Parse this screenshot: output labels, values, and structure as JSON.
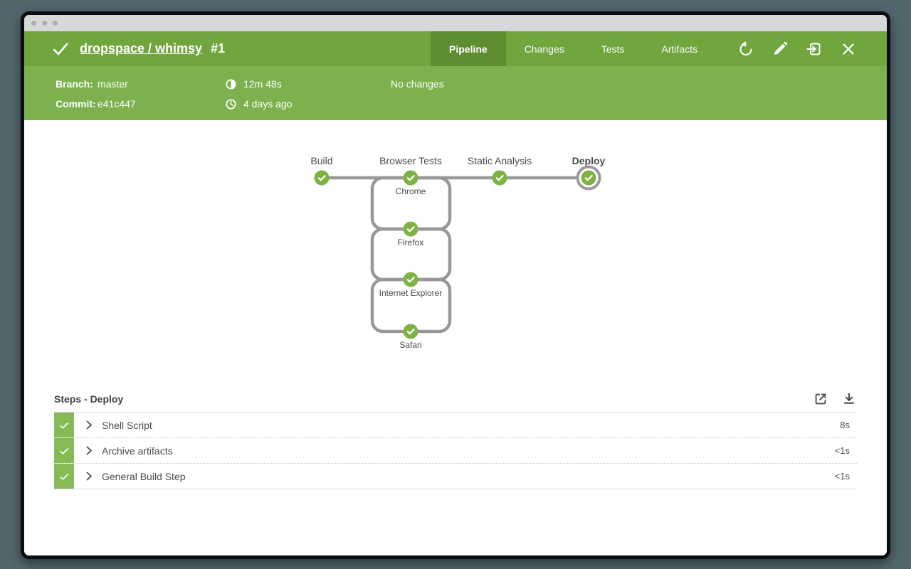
{
  "header": {
    "title": "dropspace / whimsy",
    "build_number": "#1",
    "tabs": [
      {
        "label": "Pipeline",
        "active": true
      },
      {
        "label": "Changes",
        "active": false
      },
      {
        "label": "Tests",
        "active": false
      },
      {
        "label": "Artifacts",
        "active": false
      }
    ],
    "icons": [
      "rerun-icon",
      "edit-icon",
      "go-to-classic-icon",
      "close-icon"
    ]
  },
  "subheader": {
    "branch_label": "Branch:",
    "branch_value": "master",
    "commit_label": "Commit:",
    "commit_value": "e41c447",
    "duration": "12m 48s",
    "time_ago": "4 days ago",
    "changes": "No changes"
  },
  "pipeline": {
    "stages": [
      {
        "name": "Build"
      },
      {
        "name": "Browser Tests",
        "branches": [
          "Chrome",
          "Firefox",
          "Internet Explorer",
          "Safari"
        ]
      },
      {
        "name": "Static Analysis"
      },
      {
        "name": "Deploy",
        "selected": true
      }
    ],
    "status": "success"
  },
  "steps": {
    "title": "Steps - Deploy",
    "rows": [
      {
        "name": "Shell Script",
        "duration": "8s"
      },
      {
        "name": "Archive artifacts",
        "duration": "<1s"
      },
      {
        "name": "General Build Step",
        "duration": "<1s"
      }
    ]
  },
  "colors": {
    "header_green": "#71A53E",
    "subheader_green": "#7DB14E",
    "active_tab_green": "#5E8D30",
    "node_green": "#7CB342",
    "strip_green": "#85BA55",
    "graph_line_gray": "#989898",
    "selected_ring_gray": "#9B9B9B",
    "desktop_background": "#53666E"
  }
}
